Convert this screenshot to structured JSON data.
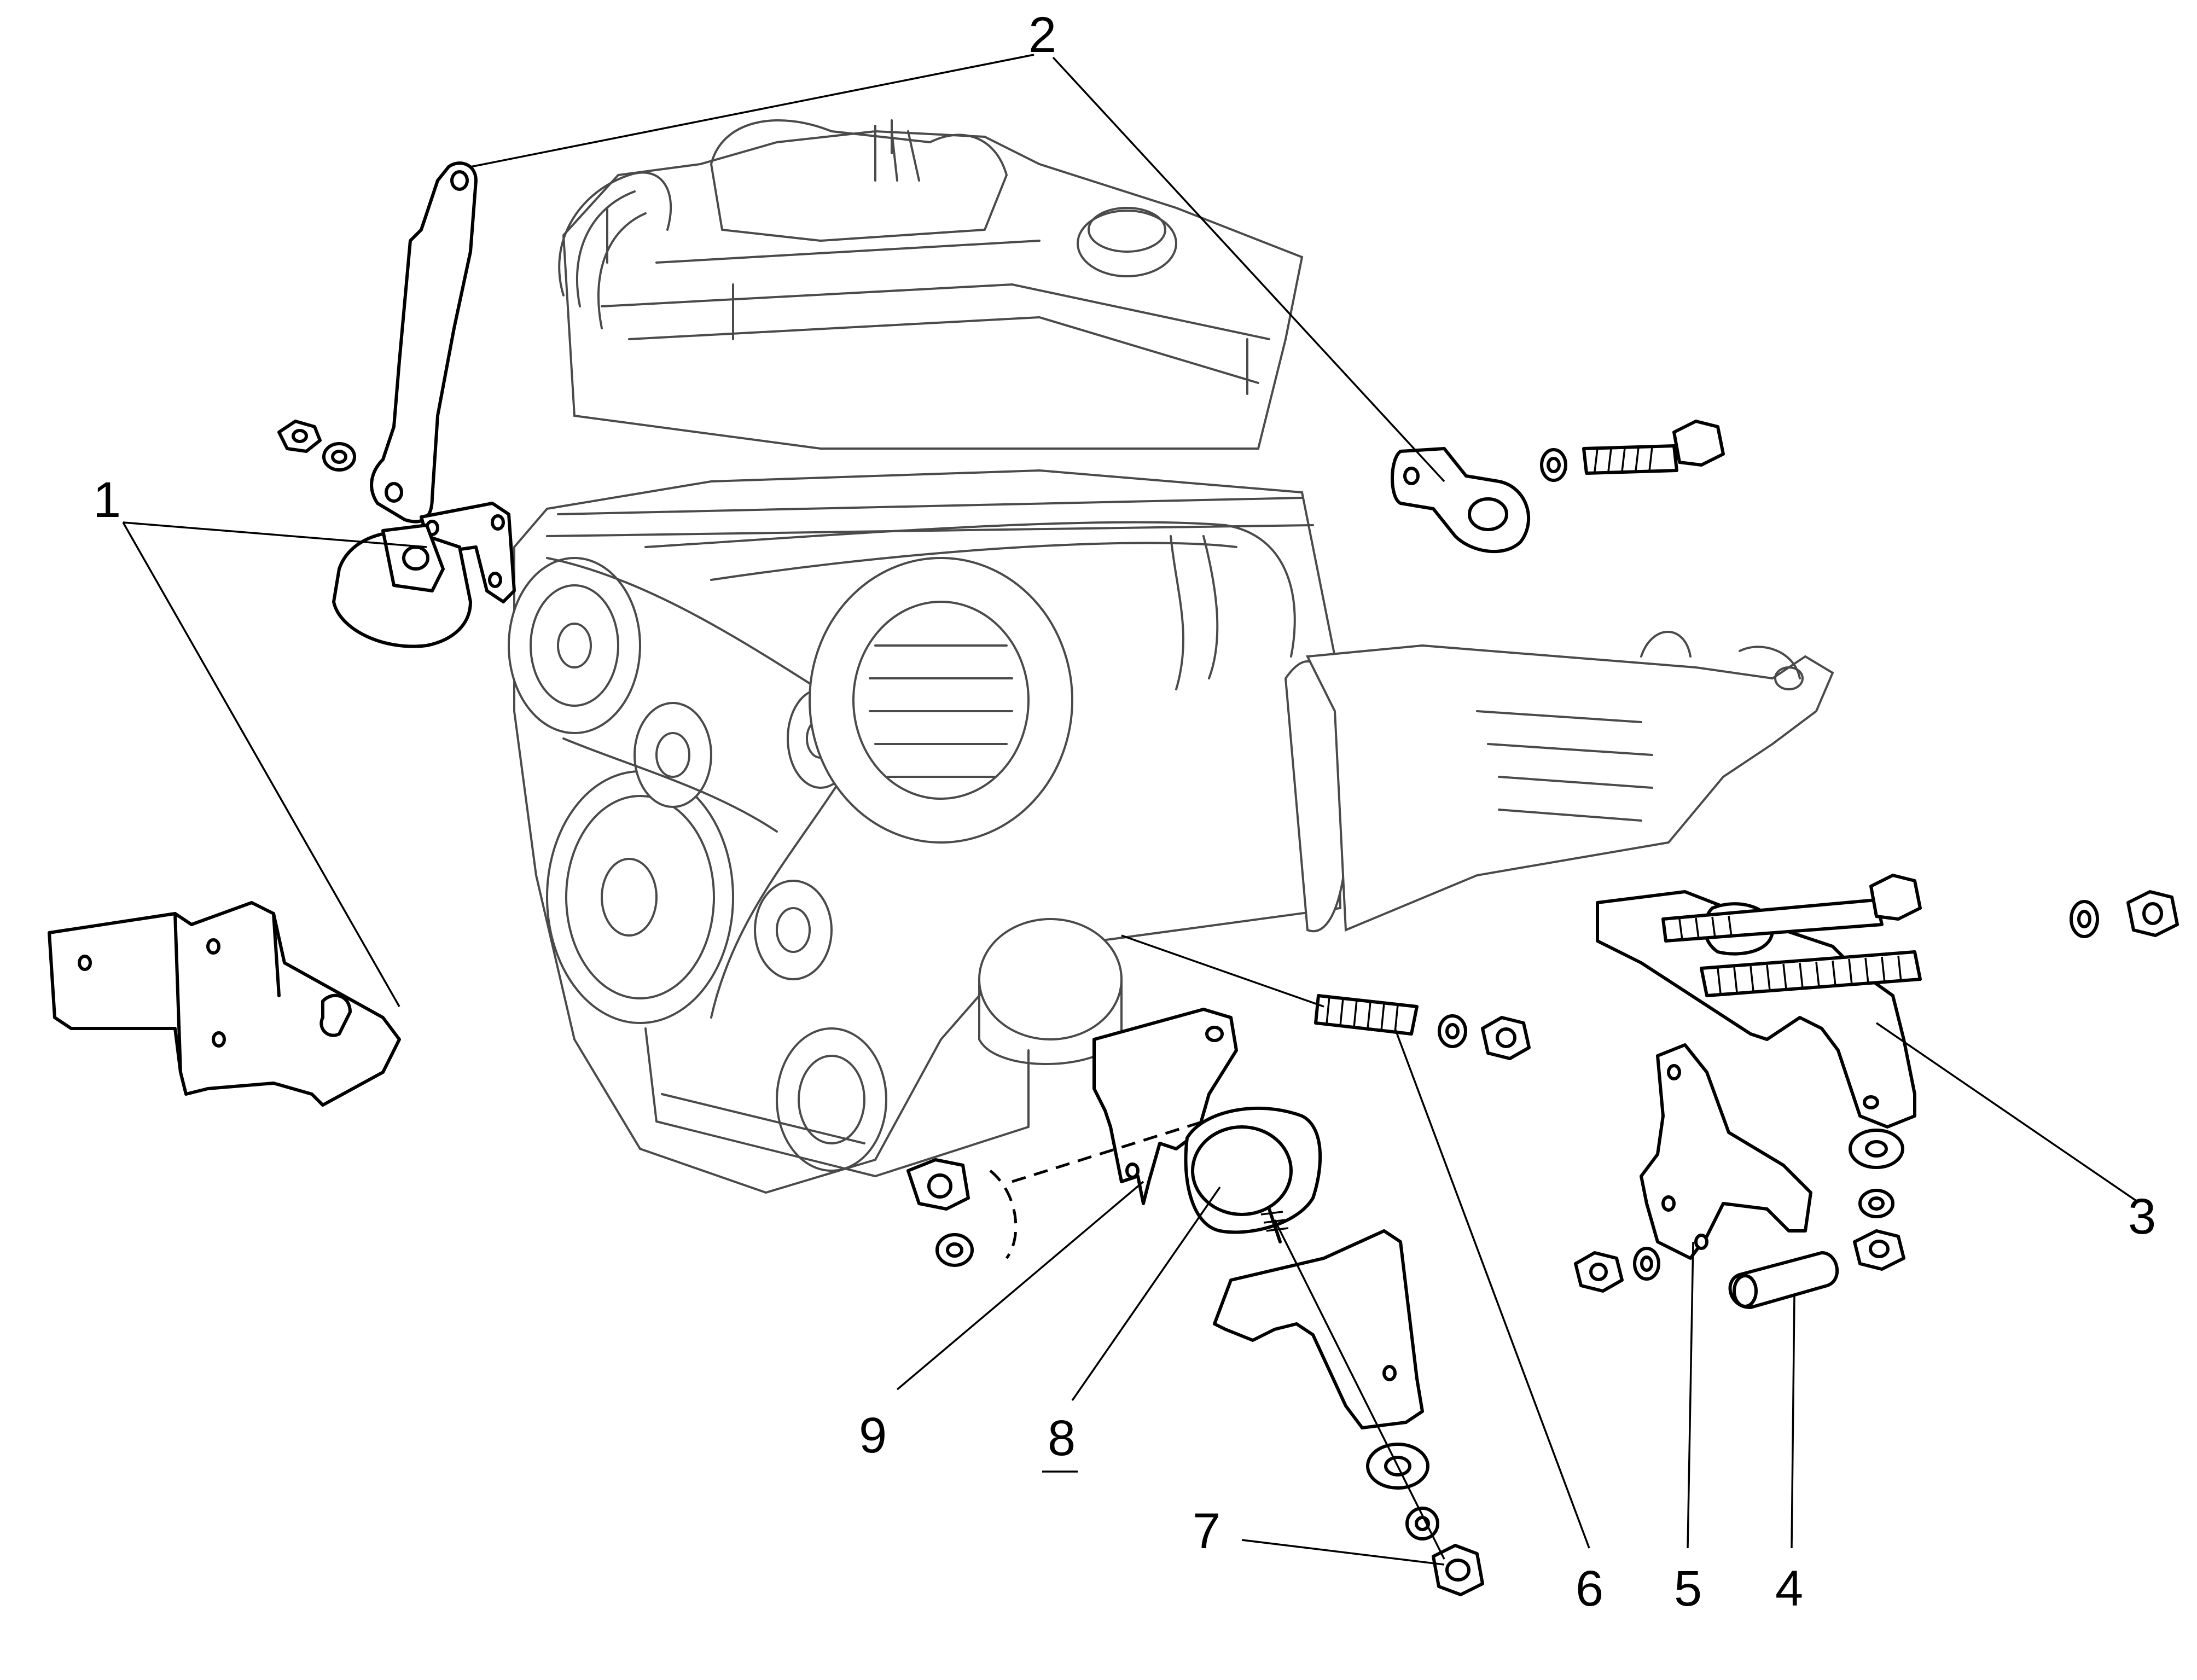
{
  "callouts": [
    {
      "id": "1",
      "label": "1"
    },
    {
      "id": "2",
      "label": "2"
    },
    {
      "id": "3",
      "label": "3"
    },
    {
      "id": "4",
      "label": "4"
    },
    {
      "id": "5",
      "label": "5"
    },
    {
      "id": "6",
      "label": "6"
    },
    {
      "id": "7",
      "label": "7"
    },
    {
      "id": "8",
      "label": "8"
    },
    {
      "id": "9",
      "label": "9"
    }
  ],
  "colors": {
    "line": "#000000",
    "background": "#ffffff",
    "engine_line": "#4a4a4a"
  }
}
